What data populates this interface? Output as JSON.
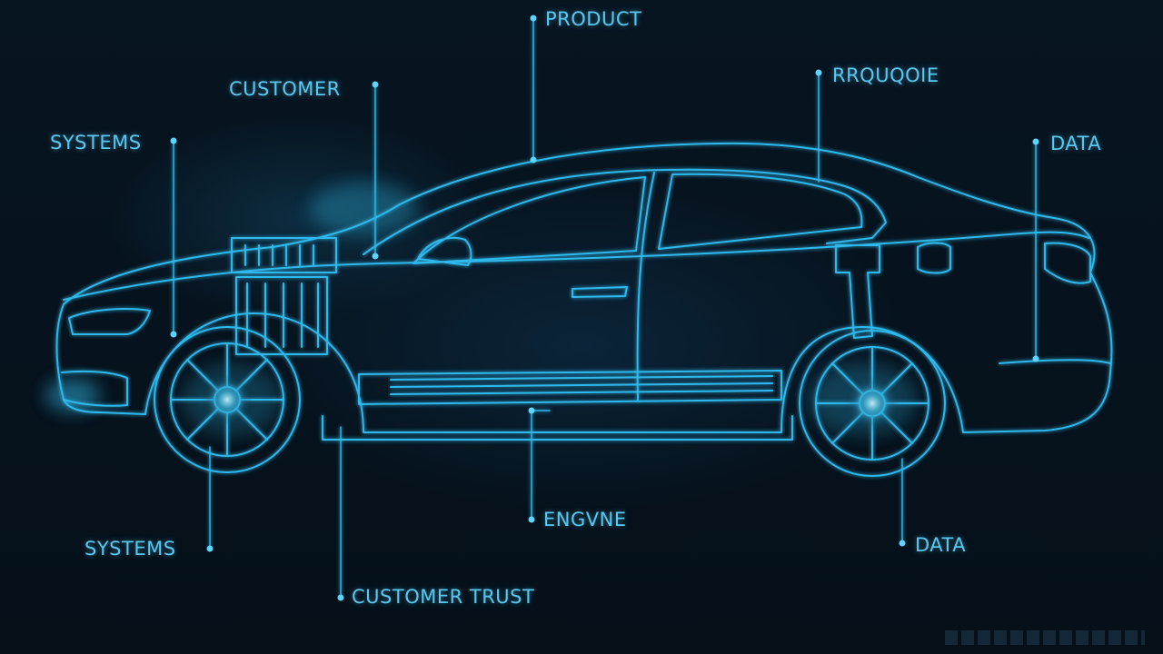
{
  "labels": {
    "product": "PRODUCT",
    "customer": "CUSTOMER",
    "systems_top": "SYSTEMS",
    "top_right": "RRQUQOIE",
    "data_right": "DATA",
    "systems_bottom": "SYSTEMS",
    "engine": "ENGVNE",
    "data_bottom": "DATA",
    "customer_trust": "CUSTOMER TRUST"
  },
  "colors": {
    "background": "#06121d",
    "line": "#2fb8ec",
    "label": "#5cc8ee",
    "glow": "#7fe6ff"
  },
  "icons": {
    "car": "car-wireframe-icon",
    "wheel": "wheel-icon",
    "engine": "engine-icon"
  }
}
